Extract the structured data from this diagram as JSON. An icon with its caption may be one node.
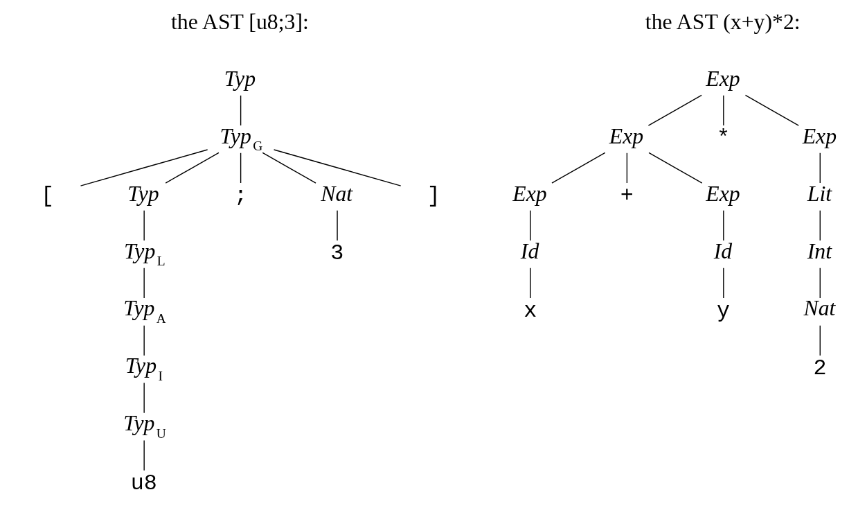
{
  "diagram": {
    "nodes": [
      {
        "text": [
          "Typ"
        ]
      },
      {
        "text": [
          "Typ$_{G}$"
        ]
      },
      {
        "text": [
          "["
        ]
      },
      {
        "text": [
          "Typ"
        ]
      },
      {
        "text": [
          ";"
        ]
      },
      {
        "text": [
          "Nat"
        ]
      },
      {
        "text": [
          "]"
        ]
      },
      {
        "text": [
          "Typ$_{L}$"
        ]
      },
      {
        "text": [
          "3"
        ]
      },
      {
        "text": [
          "Typ$_{A}$"
        ]
      },
      {
        "text": [
          "Typ$_{I}$"
        ]
      },
      {
        "text": [
          "Typ$_{U}$"
        ]
      },
      {
        "text": [
          "u8"
        ]
      },
      {
        "text": [
          "Exp"
        ]
      },
      {
        "text": [
          "Exp"
        ]
      },
      {
        "text": [
          "*"
        ]
      },
      {
        "text": [
          "Exp"
        ]
      },
      {
        "text": [
          "Exp"
        ]
      },
      {
        "text": [
          "+"
        ]
      },
      {
        "text": [
          "Exp"
        ]
      },
      {
        "text": [
          "Lit"
        ]
      },
      {
        "text": [
          "Id"
        ]
      },
      {
        "text": [
          "Id"
        ]
      },
      {
        "text": [
          "Int"
        ]
      },
      {
        "text": [
          "x"
        ]
      },
      {
        "text": [
          "y"
        ]
      },
      {
        "text": [
          "Nat"
        ]
      },
      {
        "text": [
          "2"
        ]
      }
    ],
    "edges": [
      {
        "from": 0,
        "to": 1,
        "arrow": "none"
      },
      {
        "from": 1,
        "to": 2,
        "arrow": "none"
      },
      {
        "from": 1,
        "to": 3,
        "arrow": "none"
      },
      {
        "from": 1,
        "to": 4,
        "arrow": "none"
      },
      {
        "from": 1,
        "to": 5,
        "arrow": "none"
      },
      {
        "from": 1,
        "to": 6,
        "arrow": "none"
      },
      {
        "from": 3,
        "to": 7,
        "arrow": "none"
      },
      {
        "from": 5,
        "to": 8,
        "arrow": "none"
      },
      {
        "from": 7,
        "to": 9,
        "arrow": "none"
      },
      {
        "from": 9,
        "to": 10,
        "arrow": "none"
      },
      {
        "from": 10,
        "to": 11,
        "arrow": "none"
      },
      {
        "from": 11,
        "to": 12,
        "arrow": "none"
      },
      {
        "from": 13,
        "to": 14,
        "arrow": "none"
      },
      {
        "from": 13,
        "to": 15,
        "arrow": "none"
      },
      {
        "from": 13,
        "to": 16,
        "arrow": "none"
      },
      {
        "from": 14,
        "to": 17,
        "arrow": "none"
      },
      {
        "from": 14,
        "to": 18,
        "arrow": "none"
      },
      {
        "from": 14,
        "to": 19,
        "arrow": "none"
      },
      {
        "from": 16,
        "to": 20,
        "arrow": "none"
      },
      {
        "from": 17,
        "to": 21,
        "arrow": "none"
      },
      {
        "from": 19,
        "to": 22,
        "arrow": "none"
      },
      {
        "from": 20,
        "to": 23,
        "arrow": "none"
      },
      {
        "from": 21,
        "to": 24,
        "arrow": "none"
      },
      {
        "from": 22,
        "to": 25,
        "arrow": "none"
      },
      {
        "from": 23,
        "to": 26,
        "arrow": "none"
      },
      {
        "from": 26,
        "to": 27,
        "arrow": "none"
      }
    ],
    "labels": [
      "the AST [u8;3]:",
      "the AST (x+y)*2:"
    ]
  }
}
